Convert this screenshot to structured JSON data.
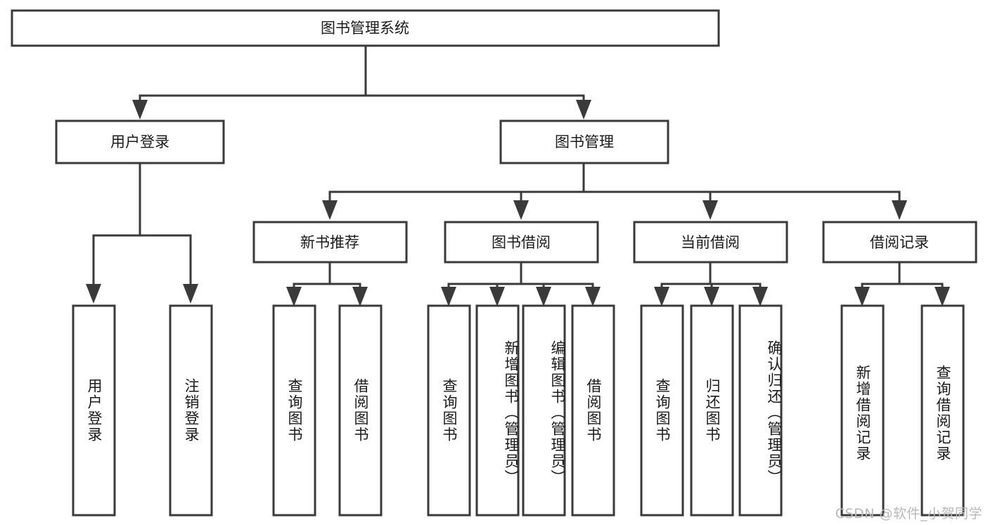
{
  "diagram": {
    "title": "图书管理系统",
    "type": "hierarchy-tree",
    "watermark": "CSDN @软件_小贺同学",
    "colors": {
      "stroke": "#3a3a3a",
      "box_fill": "#ffffff",
      "text": "#1a1a1a",
      "watermark": "#b8b8b8",
      "background": "#ffffff"
    },
    "levels": [
      {
        "level": 1,
        "nodes": [
          {
            "id": "root",
            "label": "图书管理系统",
            "orientation": "horizontal"
          }
        ]
      },
      {
        "level": 2,
        "nodes": [
          {
            "id": "user-login",
            "label": "用户登录",
            "orientation": "horizontal",
            "parent": "root"
          },
          {
            "id": "book-manage",
            "label": "图书管理",
            "orientation": "horizontal",
            "parent": "root"
          }
        ]
      },
      {
        "level": 3,
        "nodes": [
          {
            "id": "new-book-recommend",
            "label": "新书推荐",
            "orientation": "horizontal",
            "parent": "book-manage"
          },
          {
            "id": "book-borrow",
            "label": "图书借阅",
            "orientation": "horizontal",
            "parent": "book-manage"
          },
          {
            "id": "current-borrow",
            "label": "当前借阅",
            "orientation": "horizontal",
            "parent": "book-manage"
          },
          {
            "id": "borrow-record",
            "label": "借阅记录",
            "orientation": "horizontal",
            "parent": "book-manage"
          }
        ]
      },
      {
        "level": 4,
        "nodes": [
          {
            "id": "leaf-user-login",
            "label": "用户登录",
            "orientation": "vertical",
            "parent": "user-login"
          },
          {
            "id": "leaf-user-logout",
            "label": "注销登录",
            "orientation": "vertical",
            "parent": "user-login"
          },
          {
            "id": "leaf-query-book-1",
            "label": "查询图书",
            "orientation": "vertical",
            "parent": "new-book-recommend"
          },
          {
            "id": "leaf-borrow-book-1",
            "label": "借阅图书",
            "orientation": "vertical",
            "parent": "new-book-recommend"
          },
          {
            "id": "leaf-query-book-2",
            "label": "查询图书",
            "orientation": "vertical",
            "parent": "book-borrow"
          },
          {
            "id": "leaf-add-book",
            "label": "新增图书（管理员）",
            "orientation": "vertical",
            "parent": "book-borrow"
          },
          {
            "id": "leaf-edit-book",
            "label": "编辑图书（管理员）",
            "orientation": "vertical",
            "parent": "book-borrow"
          },
          {
            "id": "leaf-borrow-book-2",
            "label": "借阅图书",
            "orientation": "vertical",
            "parent": "book-borrow"
          },
          {
            "id": "leaf-query-book-3",
            "label": "查询图书",
            "orientation": "vertical",
            "parent": "current-borrow"
          },
          {
            "id": "leaf-return-book",
            "label": "归还图书",
            "orientation": "vertical",
            "parent": "current-borrow"
          },
          {
            "id": "leaf-confirm-return",
            "label": "确认归还（管理员）",
            "orientation": "vertical",
            "parent": "current-borrow"
          },
          {
            "id": "leaf-add-record",
            "label": "新增借阅记录",
            "orientation": "vertical",
            "parent": "borrow-record"
          },
          {
            "id": "leaf-query-record",
            "label": "查询借阅记录",
            "orientation": "vertical",
            "parent": "borrow-record"
          }
        ]
      }
    ]
  }
}
